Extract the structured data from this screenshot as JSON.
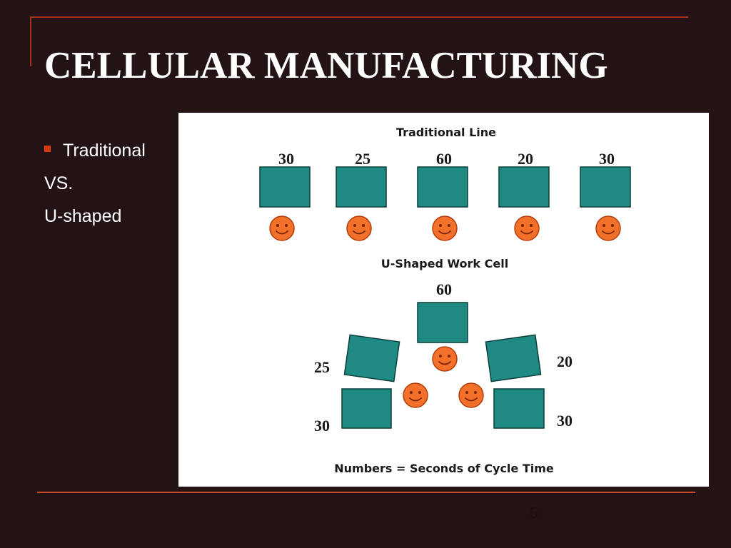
{
  "slide": {
    "title": "CELLULAR MANUFACTURING",
    "page_number": "5"
  },
  "colors": {
    "background": "#231314",
    "rule": "#a3301a",
    "bullet": "#d8390f",
    "station_fill": "#1f8a84",
    "station_stroke": "#0b3e3a",
    "worker_face": "#f2702a",
    "worker_outline": "#b23d0a"
  },
  "bullets": {
    "item1": "Traditional",
    "line2": "VS.",
    "line3": "U-shaped"
  },
  "diagram": {
    "traditional_caption": "Traditional Line",
    "u_caption": "U-Shaped Work Cell",
    "footer": "Numbers = Seconds of Cycle Time",
    "traditional_stations": [
      {
        "cycle": "30"
      },
      {
        "cycle": "25"
      },
      {
        "cycle": "60"
      },
      {
        "cycle": "20"
      },
      {
        "cycle": "30"
      }
    ],
    "u_stations": [
      {
        "cycle": "60",
        "position": "top"
      },
      {
        "cycle": "25",
        "position": "upper-left"
      },
      {
        "cycle": "20",
        "position": "upper-right"
      },
      {
        "cycle": "30",
        "position": "lower-left"
      },
      {
        "cycle": "30",
        "position": "lower-right"
      }
    ],
    "traditional_workers": 5,
    "u_workers": 3
  }
}
